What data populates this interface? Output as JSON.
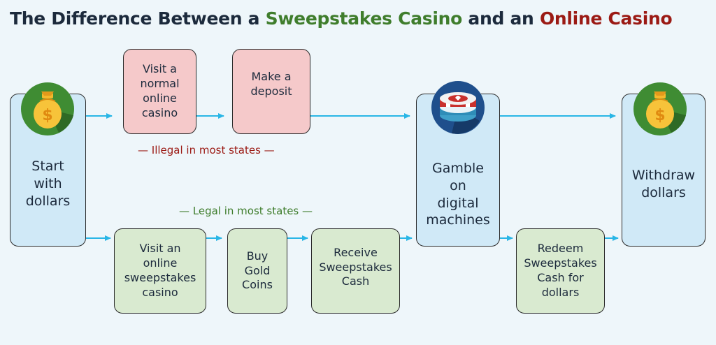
{
  "title": {
    "part1": "The Difference Between a ",
    "sweepstakes": "Sweepstakes Casino",
    "part2": " and an ",
    "online": "Online Casino"
  },
  "boxes": {
    "start": "Start\nwith\ndollars",
    "visit_normal": "Visit a\nnormal\nonline\ncasino",
    "deposit": "Make a\ndeposit",
    "gamble": "Gamble\non\ndigital\nmachines",
    "withdraw": "Withdraw\ndollars",
    "visit_sweeps": "Visit an\nonline\nsweepstakes\ncasino",
    "buy_gold": "Buy\nGold\nCoins",
    "receive": "Receive\nSweepstakes\nCash",
    "redeem": "Redeem\nSweepstakes\nCash for\ndollars"
  },
  "notes": {
    "illegal": "— Illegal in most states —",
    "legal": "— Legal in most states —"
  },
  "icons": [
    "money-bag-icon",
    "casino-chip-icon",
    "money-bag-icon"
  ],
  "colors": {
    "sweepstakes_green": "#3f7d2c",
    "online_red": "#9b1a14",
    "arrow": "#29b6e6",
    "blue_box": "#d0e9f7",
    "pink_box": "#f5c9ca",
    "green_box": "#d9ead0"
  }
}
